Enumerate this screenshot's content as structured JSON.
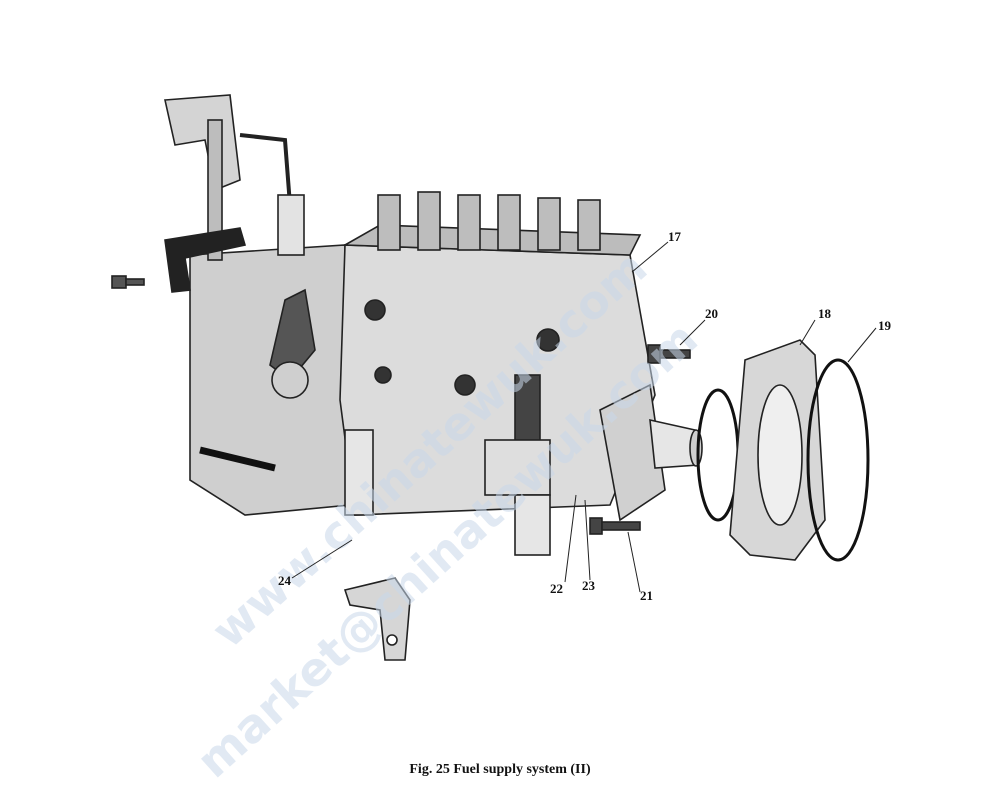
{
  "figure": {
    "caption": "Fig. 25 Fuel supply system (II)",
    "callouts": [
      "17",
      "18",
      "19",
      "20",
      "21",
      "22",
      "23",
      "24"
    ]
  },
  "watermarks": {
    "line1": "www.chinatewuk.com",
    "line2": "market@chinatewuk.com"
  },
  "colors": {
    "body_fill": "#dcdcdc",
    "line": "#222222",
    "watermark": "#c9d8ea"
  }
}
